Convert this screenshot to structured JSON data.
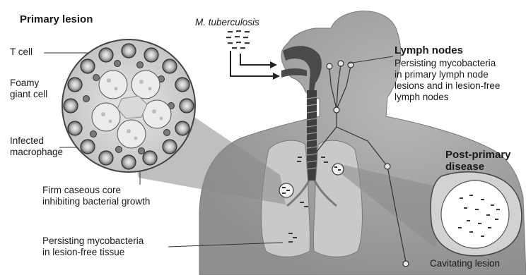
{
  "labels": {
    "primary_lesion": "Primary lesion",
    "t_cell": "T cell",
    "foamy_line1": "Foamy",
    "foamy_line2": "giant cell",
    "infected_line1": "Infected",
    "infected_line2": "macrophage",
    "caseous_line1": "Firm caseous core",
    "caseous_line2": "inhibiting bacterial growth",
    "persisting_line1": "Persisting mycobacteria",
    "persisting_line2": "in lesion-free tissue",
    "m_tb": "M. tuberculosis",
    "lymph_title": "Lymph nodes",
    "lymph_line1": "Persisting mycobacteria",
    "lymph_line2": "in primary lymph node",
    "lymph_line3": "lesions and in lesion-free",
    "lymph_line4": "lymph nodes",
    "post_line1": "Post-primary",
    "post_line2": "disease",
    "cavitating": "Cavitating lesion"
  },
  "colors": {
    "body": "#a3a3a3",
    "lung": "#c9c9c9",
    "airway": "#4a4a4a",
    "panel": "#d2d2d2",
    "line": "#222222"
  }
}
